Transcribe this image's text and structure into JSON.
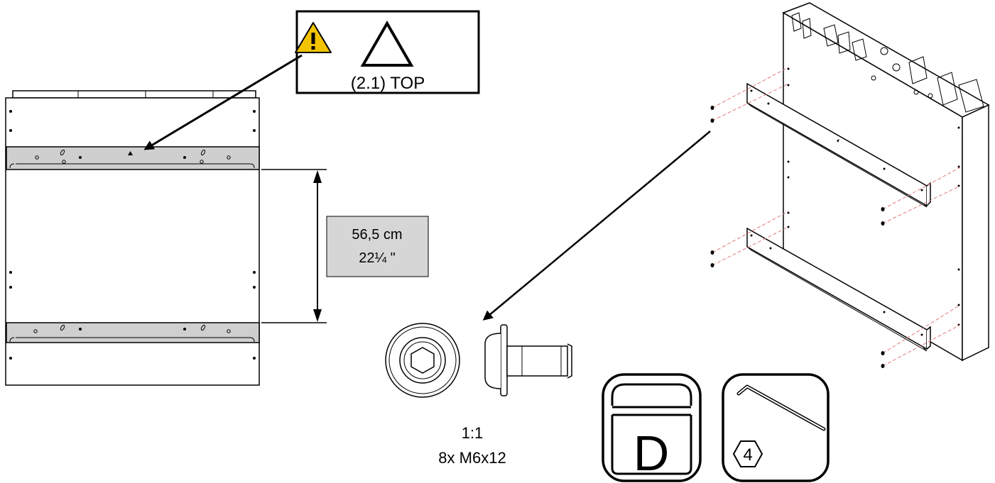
{
  "warning_label": {
    "text": "(2.1) TOP",
    "warning_icon": "warning-triangle-icon",
    "orientation_icon": "open-triangle-icon"
  },
  "dimension": {
    "metric": "56,5 cm",
    "imperial": "22¼ \""
  },
  "screw": {
    "scale": "1:1",
    "spec": "8x M6x12"
  },
  "bag_tile": {
    "letter": "D",
    "icon": "parts-bag-icon"
  },
  "tool_tile": {
    "size": "4",
    "icon": "hex-key-icon"
  },
  "colors": {
    "bracket_fill": "#cfcfcf",
    "dimension_box_fill": "#d6d6d6",
    "warning_yellow": "#f2c300",
    "screw_line": "#e07a7a"
  }
}
